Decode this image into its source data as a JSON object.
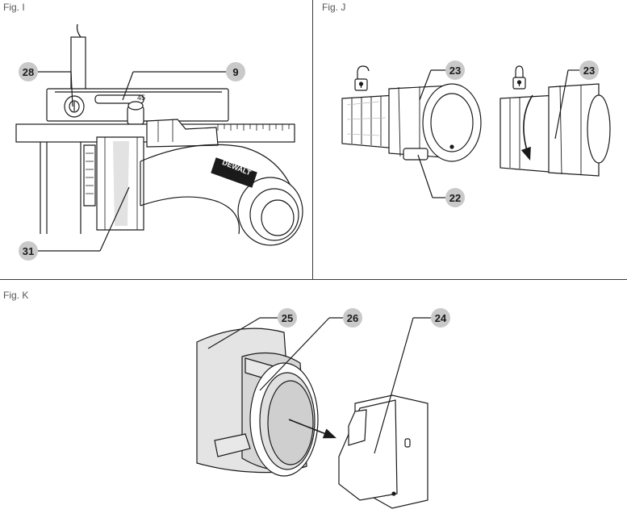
{
  "figures": {
    "fig_i": {
      "label": "Fig. I",
      "callouts": [
        "28",
        "9",
        "31"
      ]
    },
    "fig_j": {
      "label": "Fig. J",
      "callouts": [
        "23",
        "22",
        "23"
      ]
    },
    "fig_k": {
      "label": "Fig. K",
      "callouts": [
        "25",
        "26",
        "24"
      ]
    }
  },
  "scale_marks": {
    "angle_text": "45",
    "brand_text": "DEWALT"
  },
  "colors": {
    "callout_fill": "#c9c9c9",
    "line": "#1a1a1a",
    "divider": "#3a3a3a",
    "shade": "#d0d0d0"
  }
}
